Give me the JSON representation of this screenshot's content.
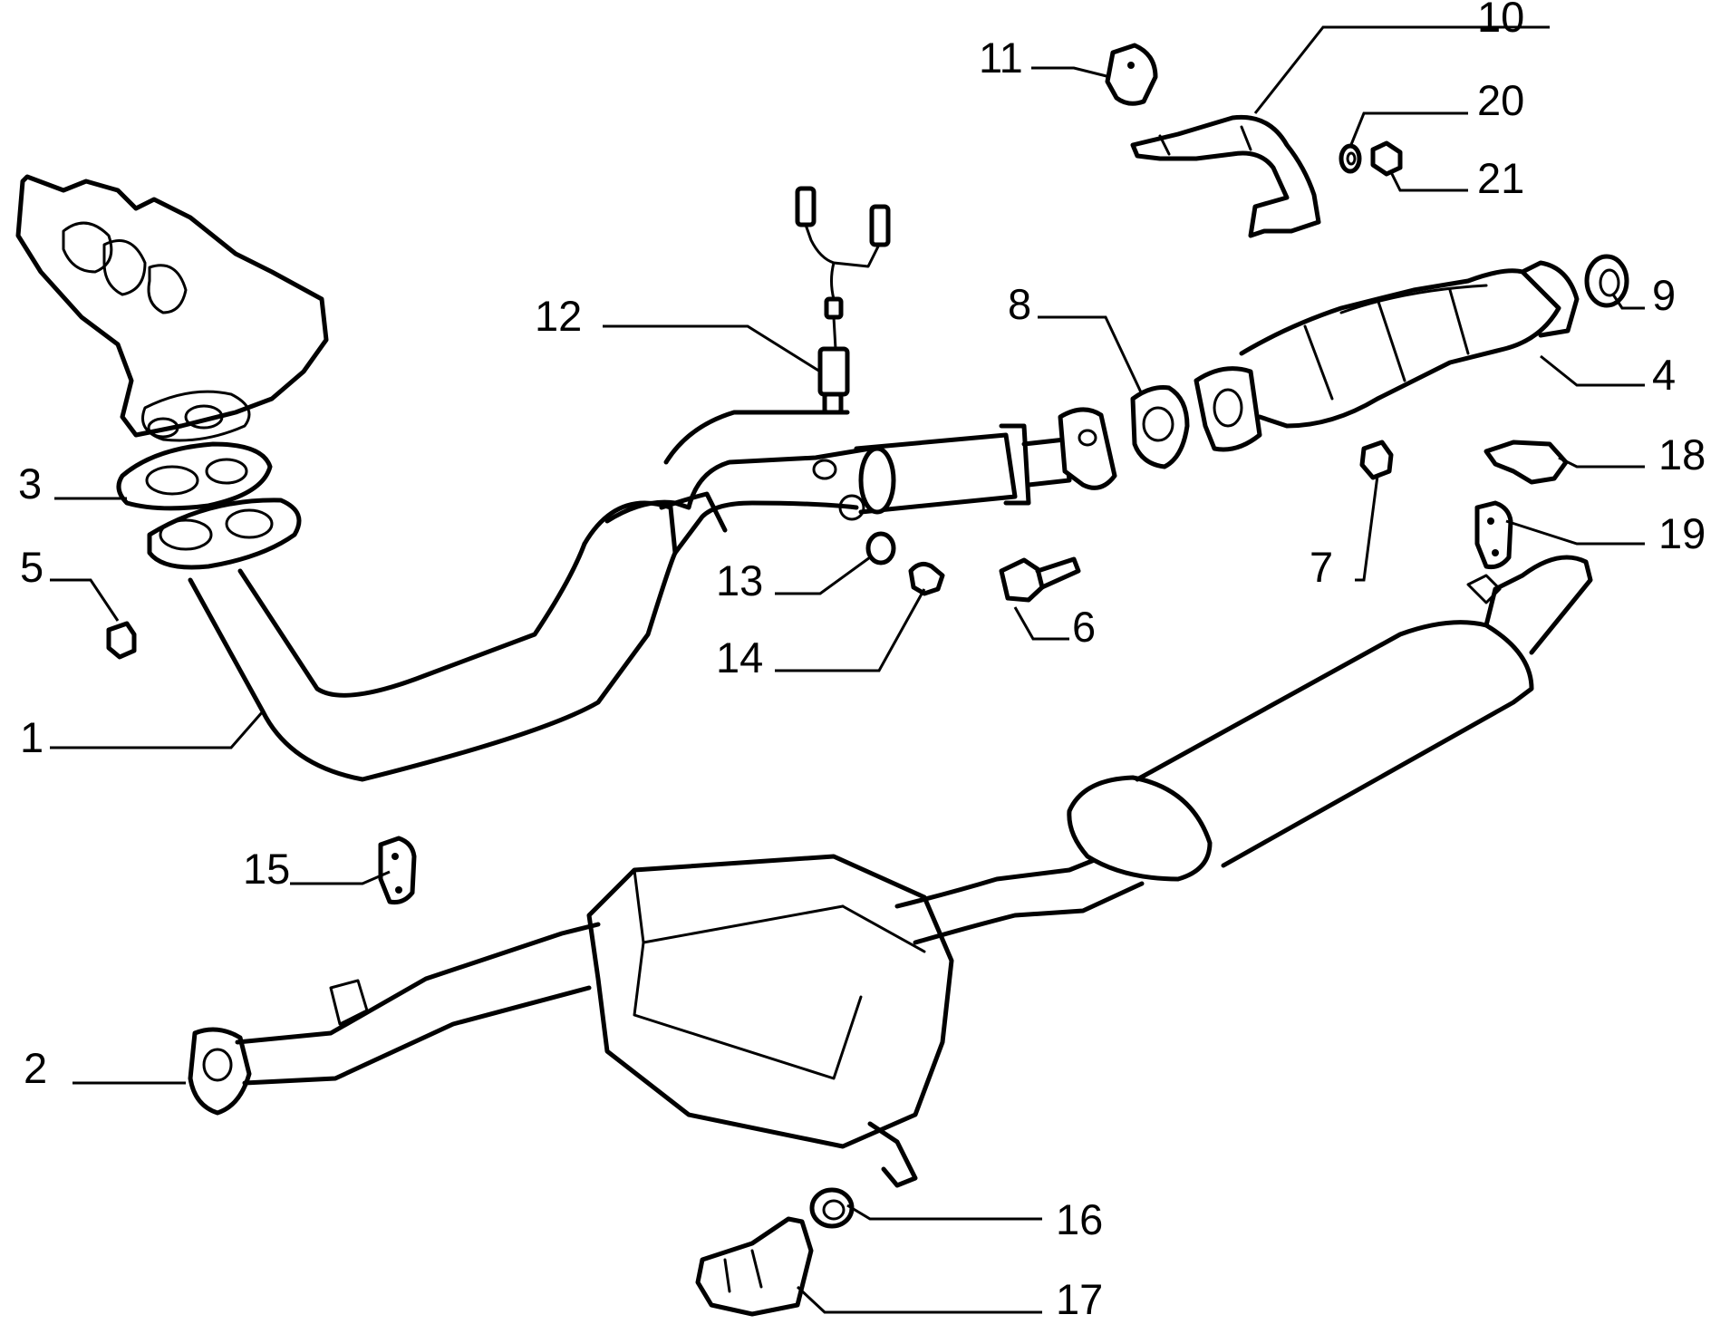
{
  "labels": {
    "p1": "1",
    "p2": "2",
    "p3": "3",
    "p4": "4",
    "p5": "5",
    "p6": "6",
    "p7": "7",
    "p8": "8",
    "p9": "9",
    "p10": "10",
    "p11": "11",
    "p12": "12",
    "p13": "13",
    "p14": "14",
    "p15": "15",
    "p16": "16",
    "p17": "17",
    "p18": "18",
    "p19": "19",
    "p20": "20",
    "p21": "21"
  },
  "colors": {
    "line": "#000000",
    "background": "#ffffff"
  }
}
